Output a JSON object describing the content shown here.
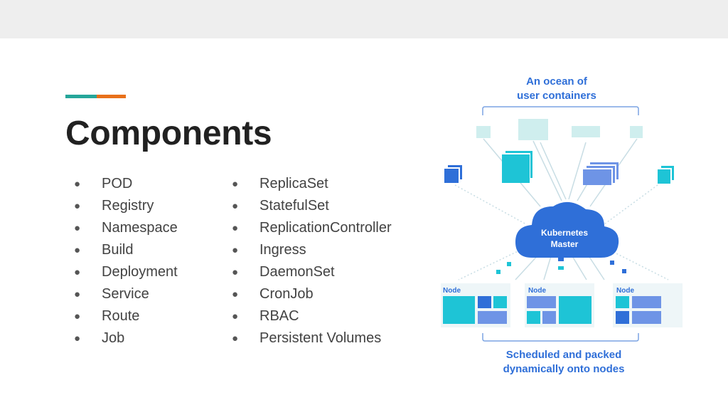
{
  "slide": {
    "title": "Components",
    "accent_colors": [
      "#26a69a",
      "#e8701a"
    ],
    "components_left": [
      "POD",
      "Registry",
      "Namespace",
      "Build",
      "Deployment",
      "Service",
      "Route",
      "Job"
    ],
    "components_right": [
      "ReplicaSet",
      "StatefulSet",
      "ReplicationController",
      "Ingress",
      "DaemonSet",
      "CronJob",
      "RBAC",
      "Persistent Volumes"
    ]
  },
  "diagram": {
    "caption_top_line1": "An ocean of",
    "caption_top_line2": "user containers",
    "master_label_line1": "Kubernetes",
    "master_label_line2": "Master",
    "node_label": "Node",
    "caption_bottom_line1": "Scheduled and packed",
    "caption_bottom_line2": "dynamically onto nodes",
    "colors": {
      "caption": "#2f6fd8",
      "cloud": "#2f6fd8",
      "container_cyan": "#1ec4d6",
      "container_light": "#cfeeee",
      "container_blue": "#2f6fd8",
      "node_bg": "#eef6f8",
      "node_blue": "#6e94e6",
      "arrow": "#c8dde4",
      "bracket": "#7ba4e3"
    }
  }
}
